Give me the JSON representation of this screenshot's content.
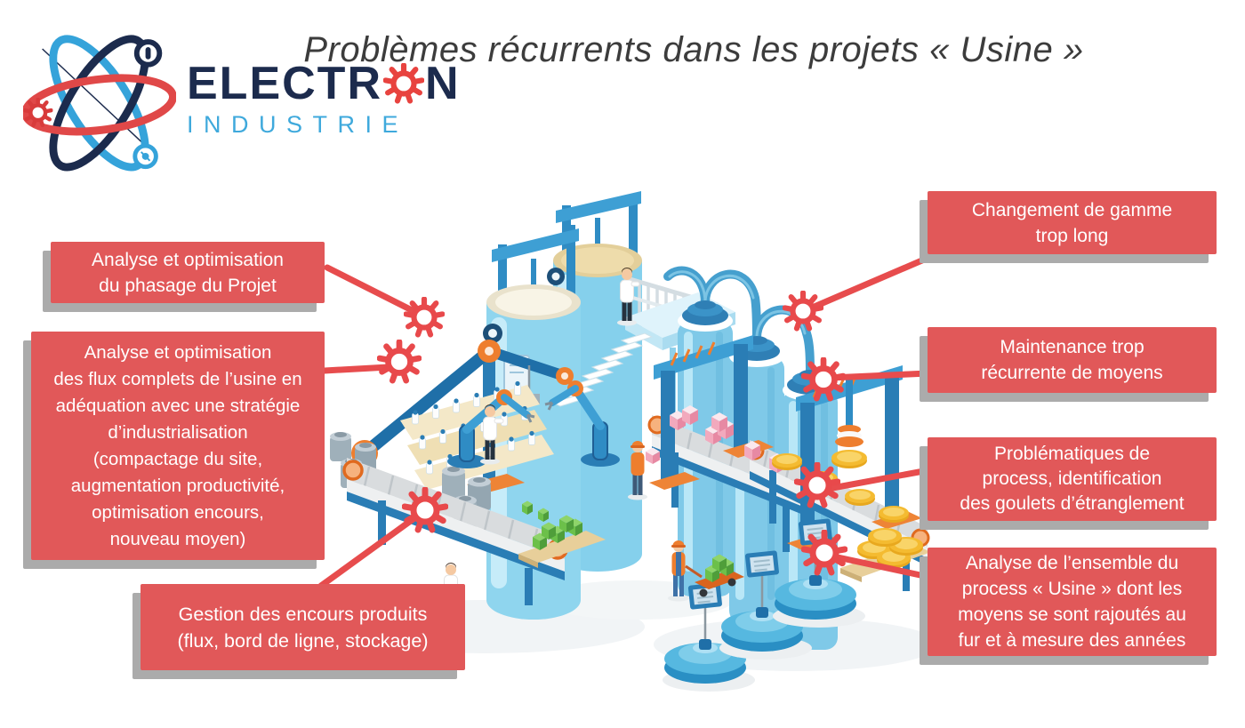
{
  "title": "Problèmes récurrents dans les projets « Usine »",
  "logo": {
    "part1": "ELECTR",
    "part2": "N",
    "subtitle": "INDUSTRIE",
    "gear_icon": "gear-icon",
    "atom_icon": "atom-orbits-icon"
  },
  "colors": {
    "callout_red": "#e15859",
    "connector_red": "#e74c4d",
    "gear_red": "#e8494b",
    "shadow_gray": "#ababab",
    "brand_navy": "#1c2b4d",
    "brand_light_blue": "#3fa9dc",
    "factory_blue": "#2a7db5",
    "factory_light_blue": "#8fd5ee",
    "factory_orange": "#ee7e2e",
    "cheese_yellow": "#f4bb31"
  },
  "callouts": {
    "left": [
      {
        "id": "phasage",
        "text": "Analyse et optimisation\ndu phasage du Projet"
      },
      {
        "id": "flux",
        "text": "Analyse et optimisation\ndes flux complets de l’usine en\nadéquation avec une stratégie\nd’industrialisation\n(compactage du site,\naugmentation productivité,\noptimisation encours,\nnouveau moyen)"
      },
      {
        "id": "encours",
        "text": "Gestion des encours produits\n(flux, bord de ligne, stockage)"
      }
    ],
    "right": [
      {
        "id": "gamme",
        "text": "Changement de gamme\ntrop long"
      },
      {
        "id": "maintenance",
        "text": "Maintenance trop\nrécurrente de moyens"
      },
      {
        "id": "goulets",
        "text": "Problématiques de\nprocess, identification\ndes goulets d’étranglement"
      },
      {
        "id": "ensemble",
        "text": "Analyse de l’ensemble du\nprocess « Usine » dont les\nmoyens se sont rajoutés au\nfur et à mesure des années"
      }
    ]
  }
}
